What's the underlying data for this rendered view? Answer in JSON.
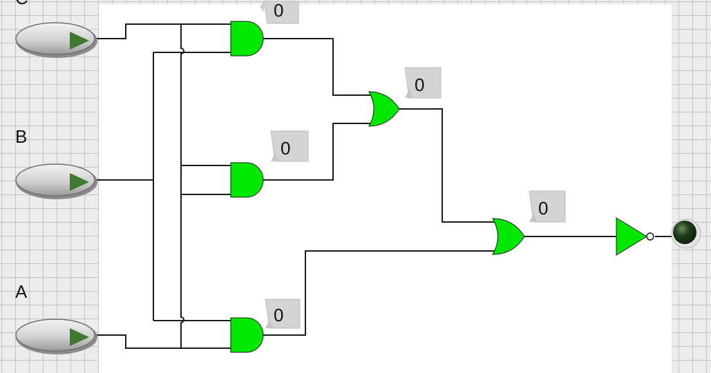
{
  "inputs": [
    {
      "id": "C",
      "label": "C"
    },
    {
      "id": "B",
      "label": "B"
    },
    {
      "id": "A",
      "label": "A"
    }
  ],
  "gates": [
    {
      "id": "and1",
      "type": "AND",
      "value": "0"
    },
    {
      "id": "and2",
      "type": "AND",
      "value": "0"
    },
    {
      "id": "and3",
      "type": "AND",
      "value": "0"
    },
    {
      "id": "or1",
      "type": "OR",
      "value": "0"
    },
    {
      "id": "or2",
      "type": "OR",
      "value": "0"
    },
    {
      "id": "not1",
      "type": "NOT"
    }
  ],
  "output": {
    "id": "out",
    "state": "off"
  },
  "colors": {
    "gate_fill": "#00e800",
    "wire": "#1a1a1a",
    "panel": "#ffffff",
    "led_off": "#1e3d18",
    "switch_arrow": "#3f7a2e",
    "badge": "#d4d4d4"
  }
}
